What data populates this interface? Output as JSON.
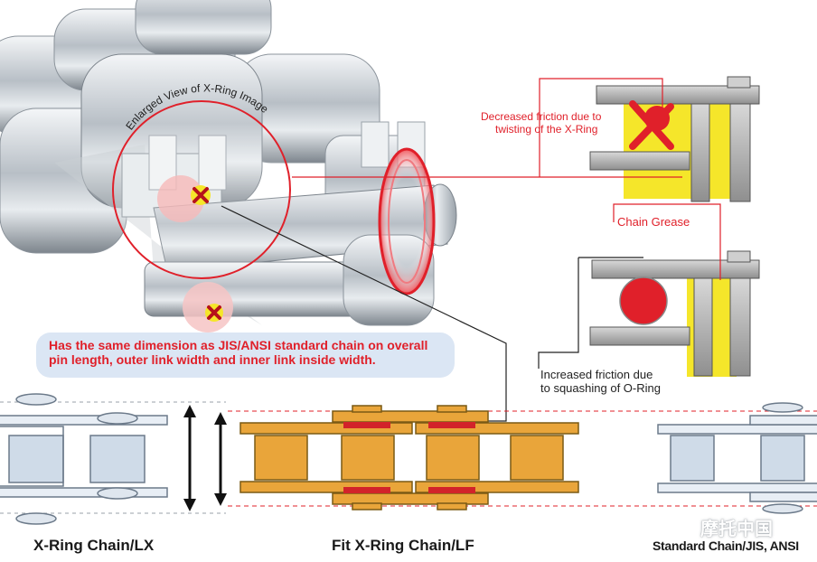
{
  "callout_top": {
    "line1": "Decreased friction due to",
    "line2": "twisting of the X-Ring"
  },
  "chain_grease": "Chain Grease",
  "callout_bottom": {
    "line1": "Increased friction due",
    "line2": "to squashing of O-Ring"
  },
  "enlarged_view": "Enlarged View of X-Ring Image",
  "banner": {
    "line1": "Has the same dimension as JIS/ANSI standard chain on overall",
    "line2": "pin length, outer link width and inner link inside width."
  },
  "captions": {
    "left": "X-Ring Chain/LX",
    "center": "Fit X-Ring Chain/LF",
    "right": "Standard Chain/JIS, ANSI"
  },
  "watermark": "摩托中国",
  "colors": {
    "accent_red": "#e0202a",
    "grease_yellow": "#f5e62a",
    "chain_orange": "#e9a53a",
    "banner_bg": "#dbe6f4"
  }
}
